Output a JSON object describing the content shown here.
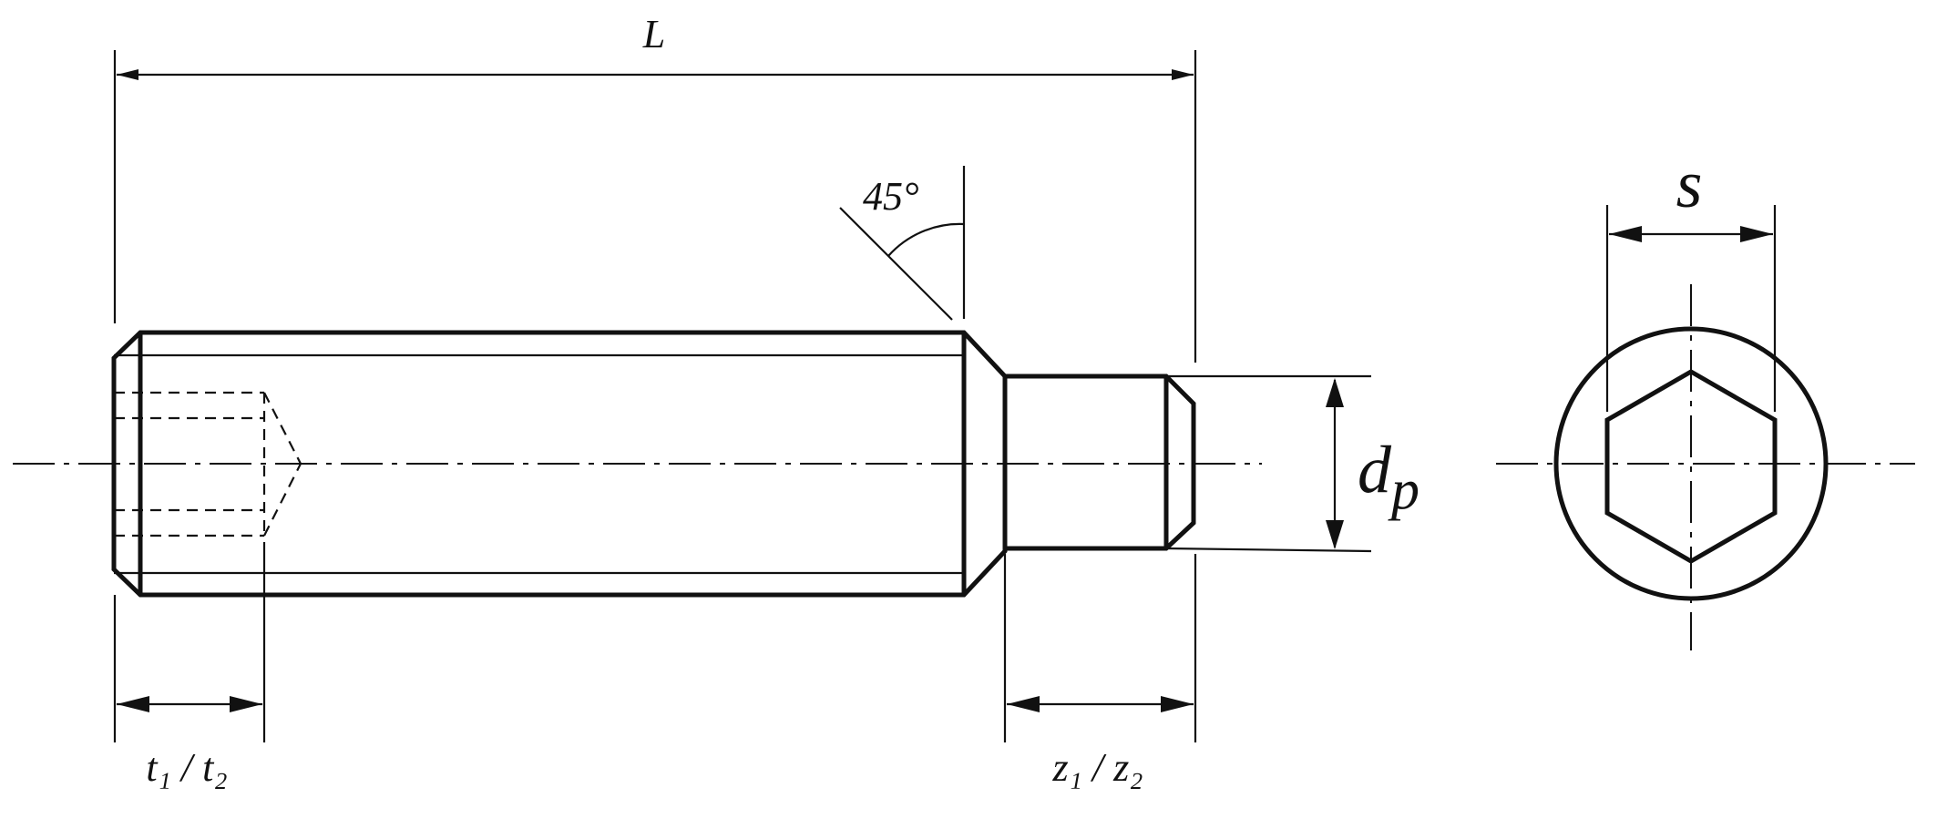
{
  "labels": {
    "length": "L",
    "angle": "45°",
    "across_flats": "s",
    "pilot_diameter_base": "d",
    "pilot_diameter_sub": "p",
    "socket_depth": "t₁ / t₂",
    "pilot_length": "z₁ / z₂"
  },
  "colors": {
    "line": "#111111",
    "background": "#ffffff"
  }
}
